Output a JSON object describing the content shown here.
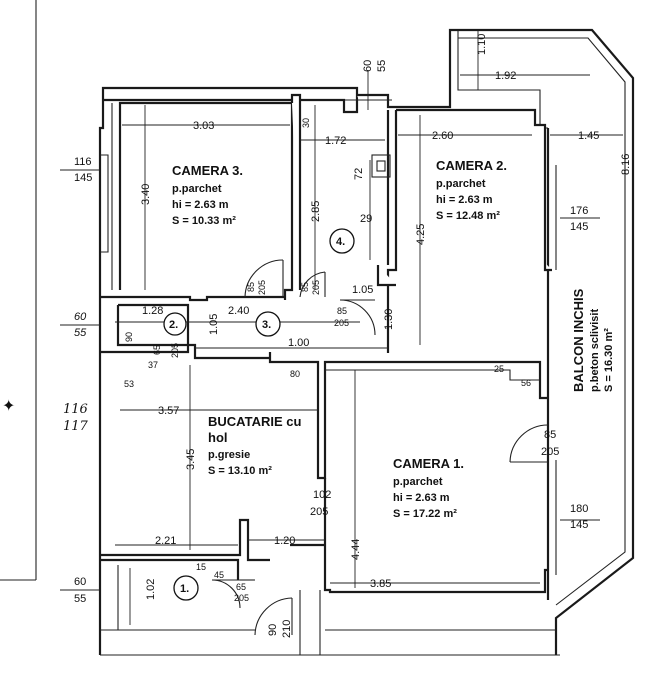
{
  "rooms": {
    "camera3": {
      "name": "CAMERA 3.",
      "floor": "p.parchet",
      "height": "hi = 2.63 m",
      "area": "S = 10.33 m²"
    },
    "camera2": {
      "name": "CAMERA 2.",
      "floor": "p.parchet",
      "height": "hi = 2.63 m",
      "area": "S = 12.48 m²"
    },
    "camera1": {
      "name": "CAMERA 1.",
      "floor": "p.parchet",
      "height": "hi = 2.63 m",
      "area": "S = 17.22 m²"
    },
    "bucatarie": {
      "name1": "BUCATARIE cu",
      "name2": "hol",
      "floor": "p.gresie",
      "area": "S = 13.10 m²"
    },
    "balcon": {
      "name": "BALCON INCHIS",
      "floor": "p.beton sclivisit",
      "area": "S = 16.30 m²"
    }
  },
  "numbered": {
    "n1": "1.",
    "n2": "2.",
    "n3": "3.",
    "n4": "4."
  },
  "dims": {
    "d_110": "1.10",
    "d_192": "1.92",
    "d_60": "60",
    "d_55": "55",
    "d_303": "3.03",
    "d_30": "30",
    "d_172": "1.72",
    "d_260": "2.60",
    "d_145": "1.45",
    "d_816": "8.16",
    "d_116": "116",
    "d_145b": "145",
    "d_340": "3.40",
    "d_285": "2.85",
    "d_72": "72",
    "d_29": "29",
    "d_425": "4.25",
    "d_176": "176",
    "d_145c": "145",
    "d_85a": "85",
    "d_205a": "205",
    "d_85b": "85",
    "d_205b": "205",
    "d_105a": "1.05",
    "d_60b": "60",
    "d_55b": "55",
    "d_128": "1.28",
    "d_240": "2.40",
    "d_90": "90",
    "d_105b": "1.05",
    "d_85c": "85",
    "d_205c": "205",
    "d_130": "1.30",
    "d_65": "65",
    "d_205d": "205",
    "d_100": "1.00",
    "d_37": "37",
    "d_80": "80",
    "d_25": "25",
    "d_56": "56",
    "d_53": "53",
    "d_357": "3.57",
    "d_116b": "116",
    "d_117": "117",
    "d_345": "3.45",
    "d_85d": "85",
    "d_205e": "205",
    "d_102": "102",
    "d_205f": "205",
    "d_180": "180",
    "d_145d": "145",
    "d_221": "2.21",
    "d_120": "1.20",
    "d_444": "4.44",
    "d_15": "15",
    "d_45": "45",
    "d_65b": "65",
    "d_205g": "205",
    "d_102b": "1.02",
    "d_60c": "60",
    "d_55c": "55",
    "d_385": "3.85",
    "d_90b": "90",
    "d_210": "210"
  }
}
